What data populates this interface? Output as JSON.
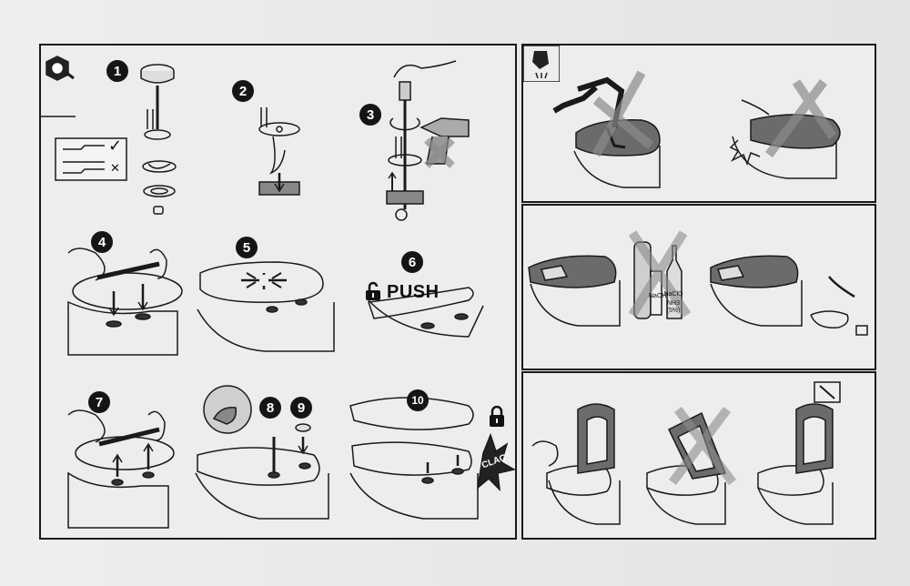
{
  "steps": [
    "1",
    "2",
    "3",
    "4",
    "5",
    "6",
    "7",
    "8",
    "9",
    "10"
  ],
  "push_label": "PUSH",
  "clac_label": "CLAC",
  "check_mark": "✓",
  "cross_mark": "✕",
  "bottle_labels": {
    "naclo": "NaClO",
    "naoh": "NaOH",
    "nh3": "NH3\n(5%)"
  },
  "icons": [
    "hex-tool-icon",
    "lock-open-icon",
    "lock-closed-icon",
    "hand-wash-icon",
    "cross-out-icon"
  ],
  "colors": {
    "line": "#1a1a1a",
    "paper": "#ededeb",
    "seat": "#6b6b6b",
    "cross": "#8a8a8a"
  }
}
